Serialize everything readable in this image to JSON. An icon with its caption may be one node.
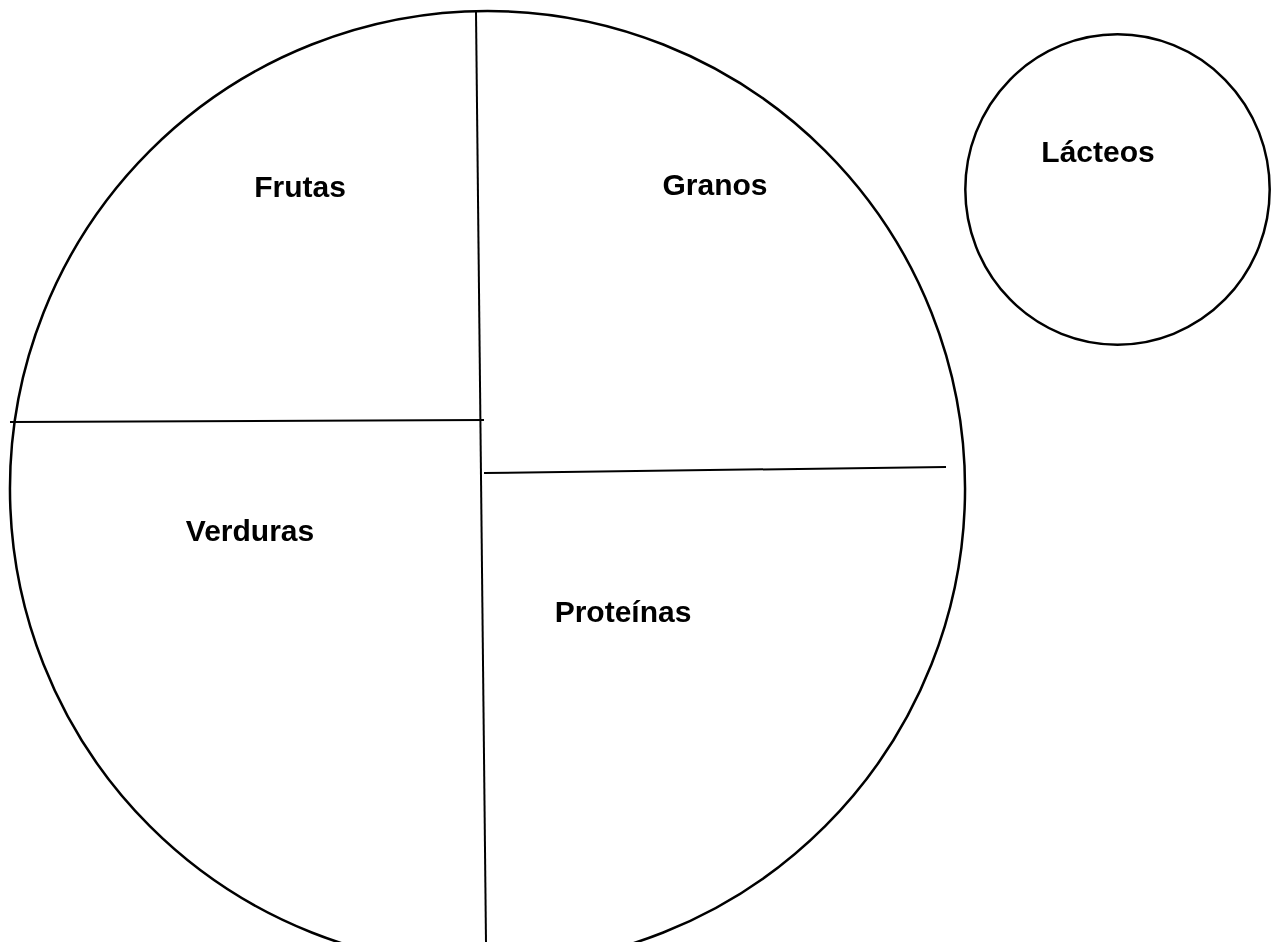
{
  "diagram": {
    "nodes": [
      {
        "text": [],
        "shape": "circle"
      },
      {
        "text": [
          "Frutas"
        ],
        "in": 0
      },
      {
        "text": [
          "Granos"
        ],
        "in": 0
      },
      {
        "text": [
          "Verduras"
        ],
        "in": 0
      },
      {
        "text": [
          "Proteínas"
        ],
        "in": 0
      },
      {
        "text": [
          "Lácteos"
        ]
      }
    ],
    "edges": []
  }
}
